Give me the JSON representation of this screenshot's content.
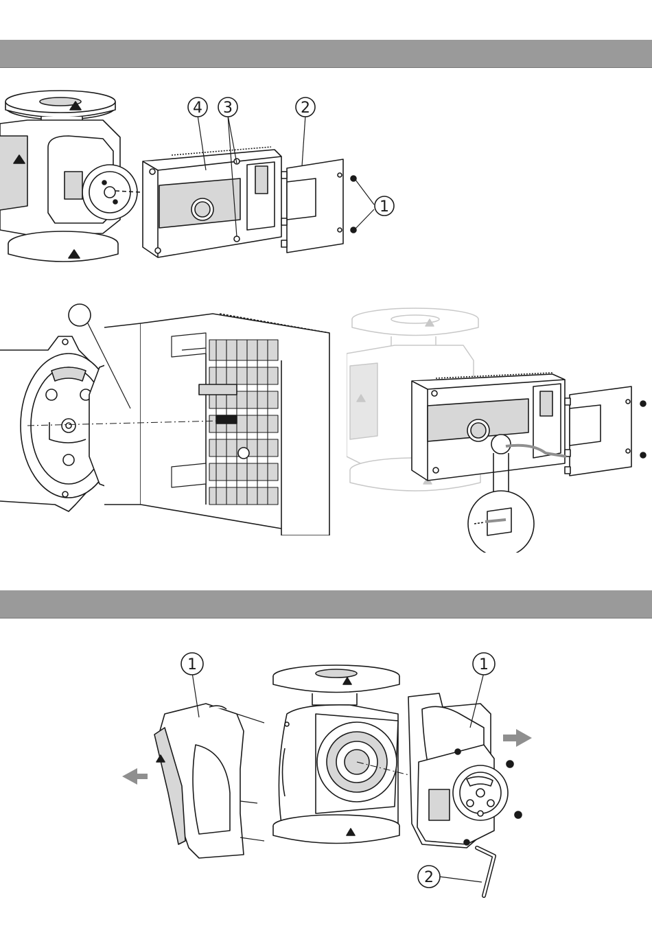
{
  "colors": {
    "band": "#9a9a9a",
    "line": "#1a1a1a",
    "fill_body": "#ffffff",
    "fill_dark": "#d7d7d7",
    "faded": "#c8c8c8",
    "arrow": "#8f8f8f"
  },
  "figure1": {
    "callouts": [
      {
        "id": "c4",
        "label": "4"
      },
      {
        "id": "c3",
        "label": "3"
      },
      {
        "id": "c2",
        "label": "2"
      },
      {
        "id": "c1",
        "label": "1"
      }
    ]
  },
  "figure2": {
    "callouts": [
      {
        "id": "c-empty",
        "label": ""
      }
    ]
  },
  "figure4": {
    "callouts": [
      {
        "id": "c1-left",
        "label": "1"
      },
      {
        "id": "c1-right",
        "label": "1"
      },
      {
        "id": "c2",
        "label": "2"
      }
    ]
  }
}
